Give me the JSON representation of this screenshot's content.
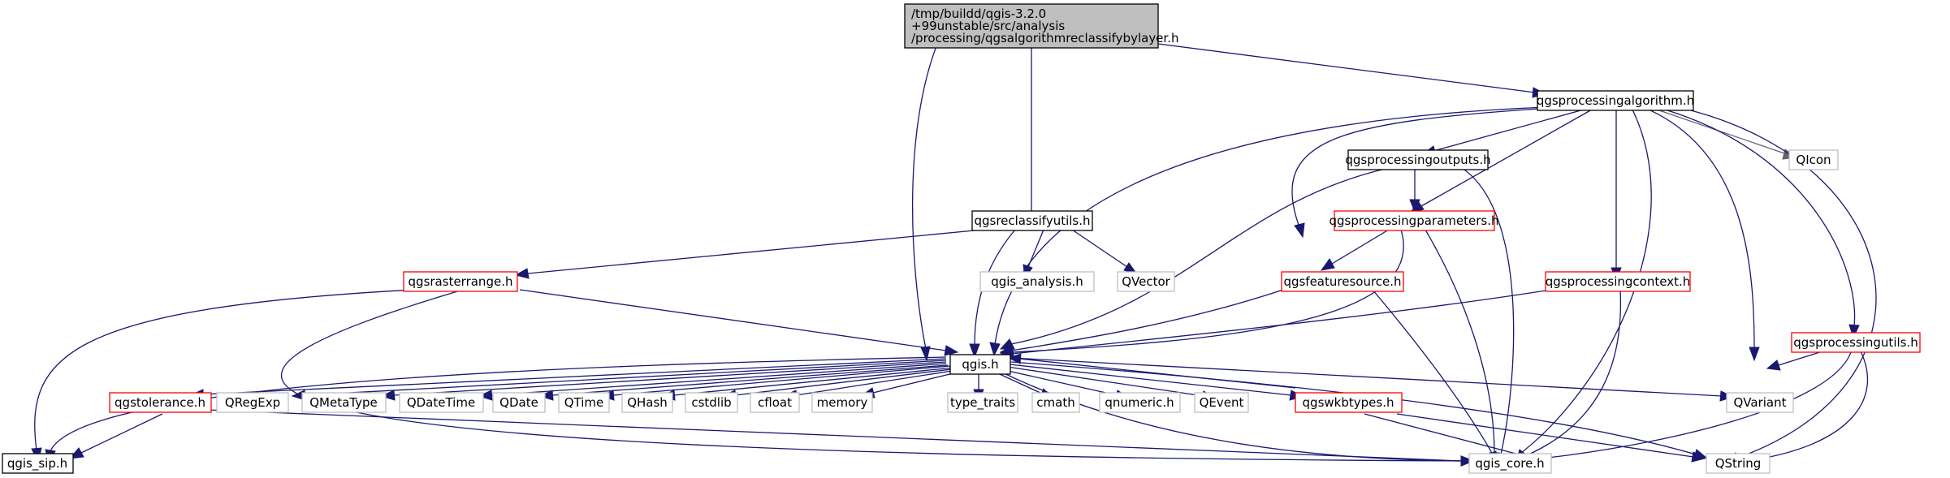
{
  "graph": {
    "root": {
      "line1": "/tmp/buildd/qgis-3.2.0",
      "line2": "+99unstable/src/analysis",
      "line3": "/processing/qgsalgorithmreclassifybylayer.h"
    },
    "nodes": {
      "qgsprocessingalgorithm": "qgsprocessingalgorithm.h",
      "qgsreclassifyutils": "qgsreclassifyutils.h",
      "qgsprocessingoutputs": "qgsprocessingoutputs.h",
      "qgsprocessingparameters": "qgsprocessingparameters.h",
      "qicon": "QIcon",
      "qgsrasterrange": "qgsrasterrange.h",
      "qgis_analysis": "qgis_analysis.h",
      "qvector": "QVector",
      "qgsfeaturesource": "qgsfeaturesource.h",
      "qgsprocessingcontext": "qgsprocessingcontext.h",
      "qgsprocessingutils": "qgsprocessingutils.h",
      "qgis": "qgis.h",
      "qgstolerance": "qgstolerance.h",
      "qregexp": "QRegExp",
      "qmetatype": "QMetaType",
      "qdatetime": "QDateTime",
      "qdate": "QDate",
      "qtime": "QTime",
      "qhash": "QHash",
      "cstdlib": "cstdlib",
      "cfloat": "cfloat",
      "memory": "memory",
      "type_traits": "type_traits",
      "cmath": "cmath",
      "qnumeric": "qnumeric.h",
      "qevent": "QEvent",
      "qgswkbtypes": "qgswkbtypes.h",
      "qvariant": "QVariant",
      "qgis_sip": "qgis_sip.h",
      "qgis_core": "qgis_core.h",
      "qstring": "QString"
    }
  }
}
